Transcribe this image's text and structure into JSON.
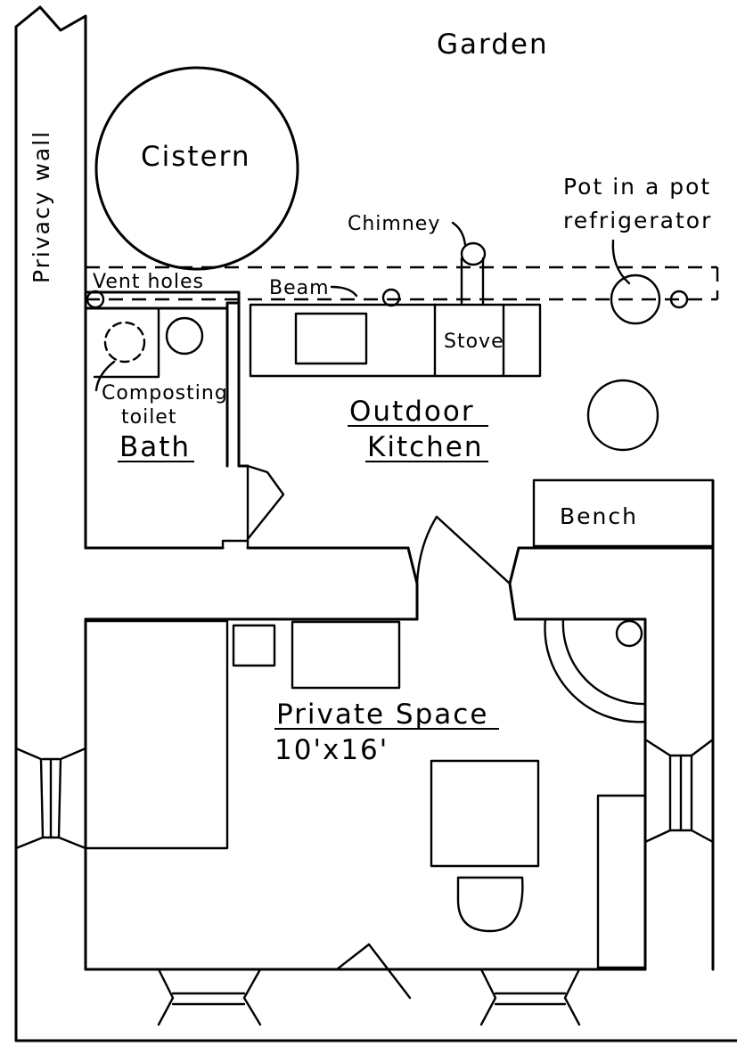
{
  "labels": {
    "garden": "Garden",
    "privacy_wall": "Privacy wall",
    "cistern": "Cistern",
    "chimney": "Chimney",
    "pot_refrigerator_line1": "Pot in a pot",
    "pot_refrigerator_line2": "refrigerator",
    "vent_holes": "Vent holes",
    "beam": "Beam",
    "stove": "Stove",
    "composting_toilet_line1": "Composting",
    "composting_toilet_line2": "toilet",
    "bath": "Bath",
    "outdoor": "Outdoor",
    "kitchen": "Kitchen",
    "bench": "Bench",
    "private_space": "Private Space",
    "dimensions": "10'x16'"
  }
}
